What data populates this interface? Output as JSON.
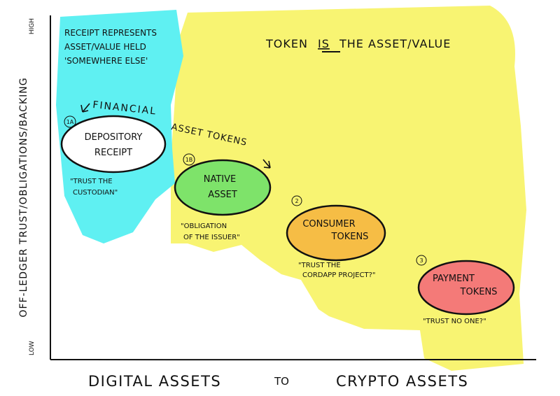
{
  "axes": {
    "y_title": "Off-ledger trust/obligations/backing",
    "y_high": "High",
    "y_low": "Low",
    "x_left": "Digital assets",
    "x_mid": "to",
    "x_right": "Crypto assets"
  },
  "regions": {
    "receipt": {
      "line1": "Receipt represents",
      "line2": "asset/value held",
      "line3": "'Somewhere else'"
    },
    "token_is_asset": {
      "pre": "Token",
      "underlined": "is",
      "post": "the asset/value"
    }
  },
  "financial_asset_tokens": {
    "line1": "Financial",
    "line2": "asset tokens"
  },
  "nodes": [
    {
      "id": "1a",
      "line1": "Depository",
      "line2": "Receipt",
      "quote1": "\"Trust the",
      "quote2": "custodian\"",
      "fill": "#ffffff"
    },
    {
      "id": "1b",
      "line1": "Native",
      "line2": "Asset",
      "quote1": "\"Obligation",
      "quote2": "of the issuer\"",
      "fill": "#7ee36a"
    },
    {
      "id": "2",
      "line1": "Consumer",
      "line2": "Tokens",
      "quote1": "\"Trust the",
      "quote2": "CorDapp project?\"",
      "fill": "#f6bd45"
    },
    {
      "id": "3",
      "line1": "Payment",
      "line2": "Tokens",
      "quote1": "\"Trust no one?\"",
      "quote2": "",
      "fill": "#f47a78"
    }
  ],
  "colors": {
    "cyan_region": "#5ff0f2",
    "yellow_region": "#f8f472",
    "ink": "#111111"
  }
}
